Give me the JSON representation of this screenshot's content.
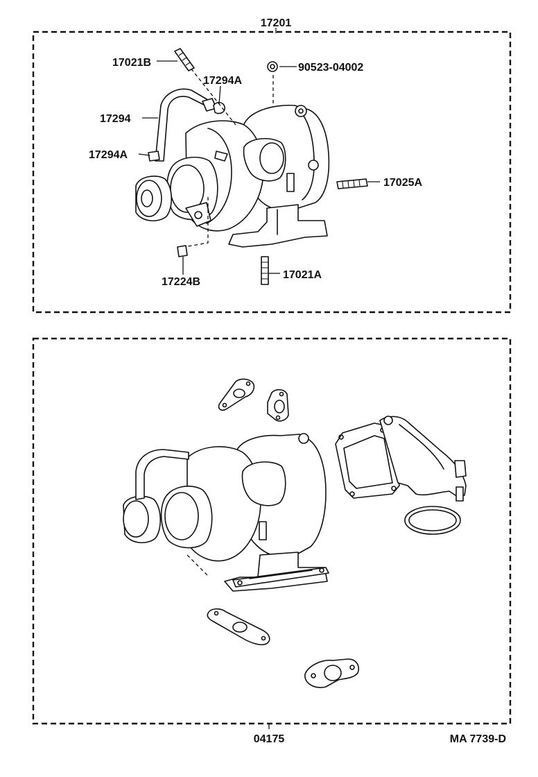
{
  "assembly_number": "17201",
  "kit_number": "04175",
  "drawing_code": "MA 7739-D",
  "part_labels": {
    "p17021B": "17021B",
    "p17294A_top": "17294A",
    "p90523": "90523-04002",
    "p17294": "17294",
    "p17294A_left": "17294A",
    "p17025A": "17025A",
    "p17224B": "17224B",
    "p17021A": "17021A"
  }
}
